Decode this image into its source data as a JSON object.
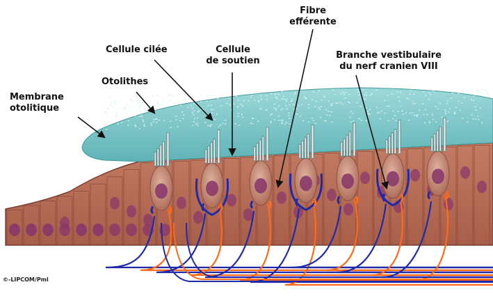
{
  "labels": {
    "membrane": [
      "Membrane",
      "otolitique"
    ],
    "otolithes": "Otolithes",
    "cellule_ciliee": "Cellule cilée",
    "cellule_soutien": [
      "Cellule",
      "de soutien"
    ],
    "fibre_efferente": [
      "Fibre",
      "efférente"
    ],
    "branche": [
      "Branche vestibulaire",
      "du nerf cranien VIII"
    ]
  },
  "credit": "©-LIPCOM/Pml",
  "colors": {
    "membrane": "#7cc7c9",
    "membrane_dots": "#d9f3f3",
    "epithelium": "#b56e58",
    "epithelium_edge": "#7a3e2e",
    "cell_nucleus": "#8a3a6a",
    "hair_cell": "#c68f7a",
    "afferent_nerve": "#1f2aa8",
    "efferent_nerve": "#ff6a1a",
    "cilia": "#5b7f7f"
  }
}
